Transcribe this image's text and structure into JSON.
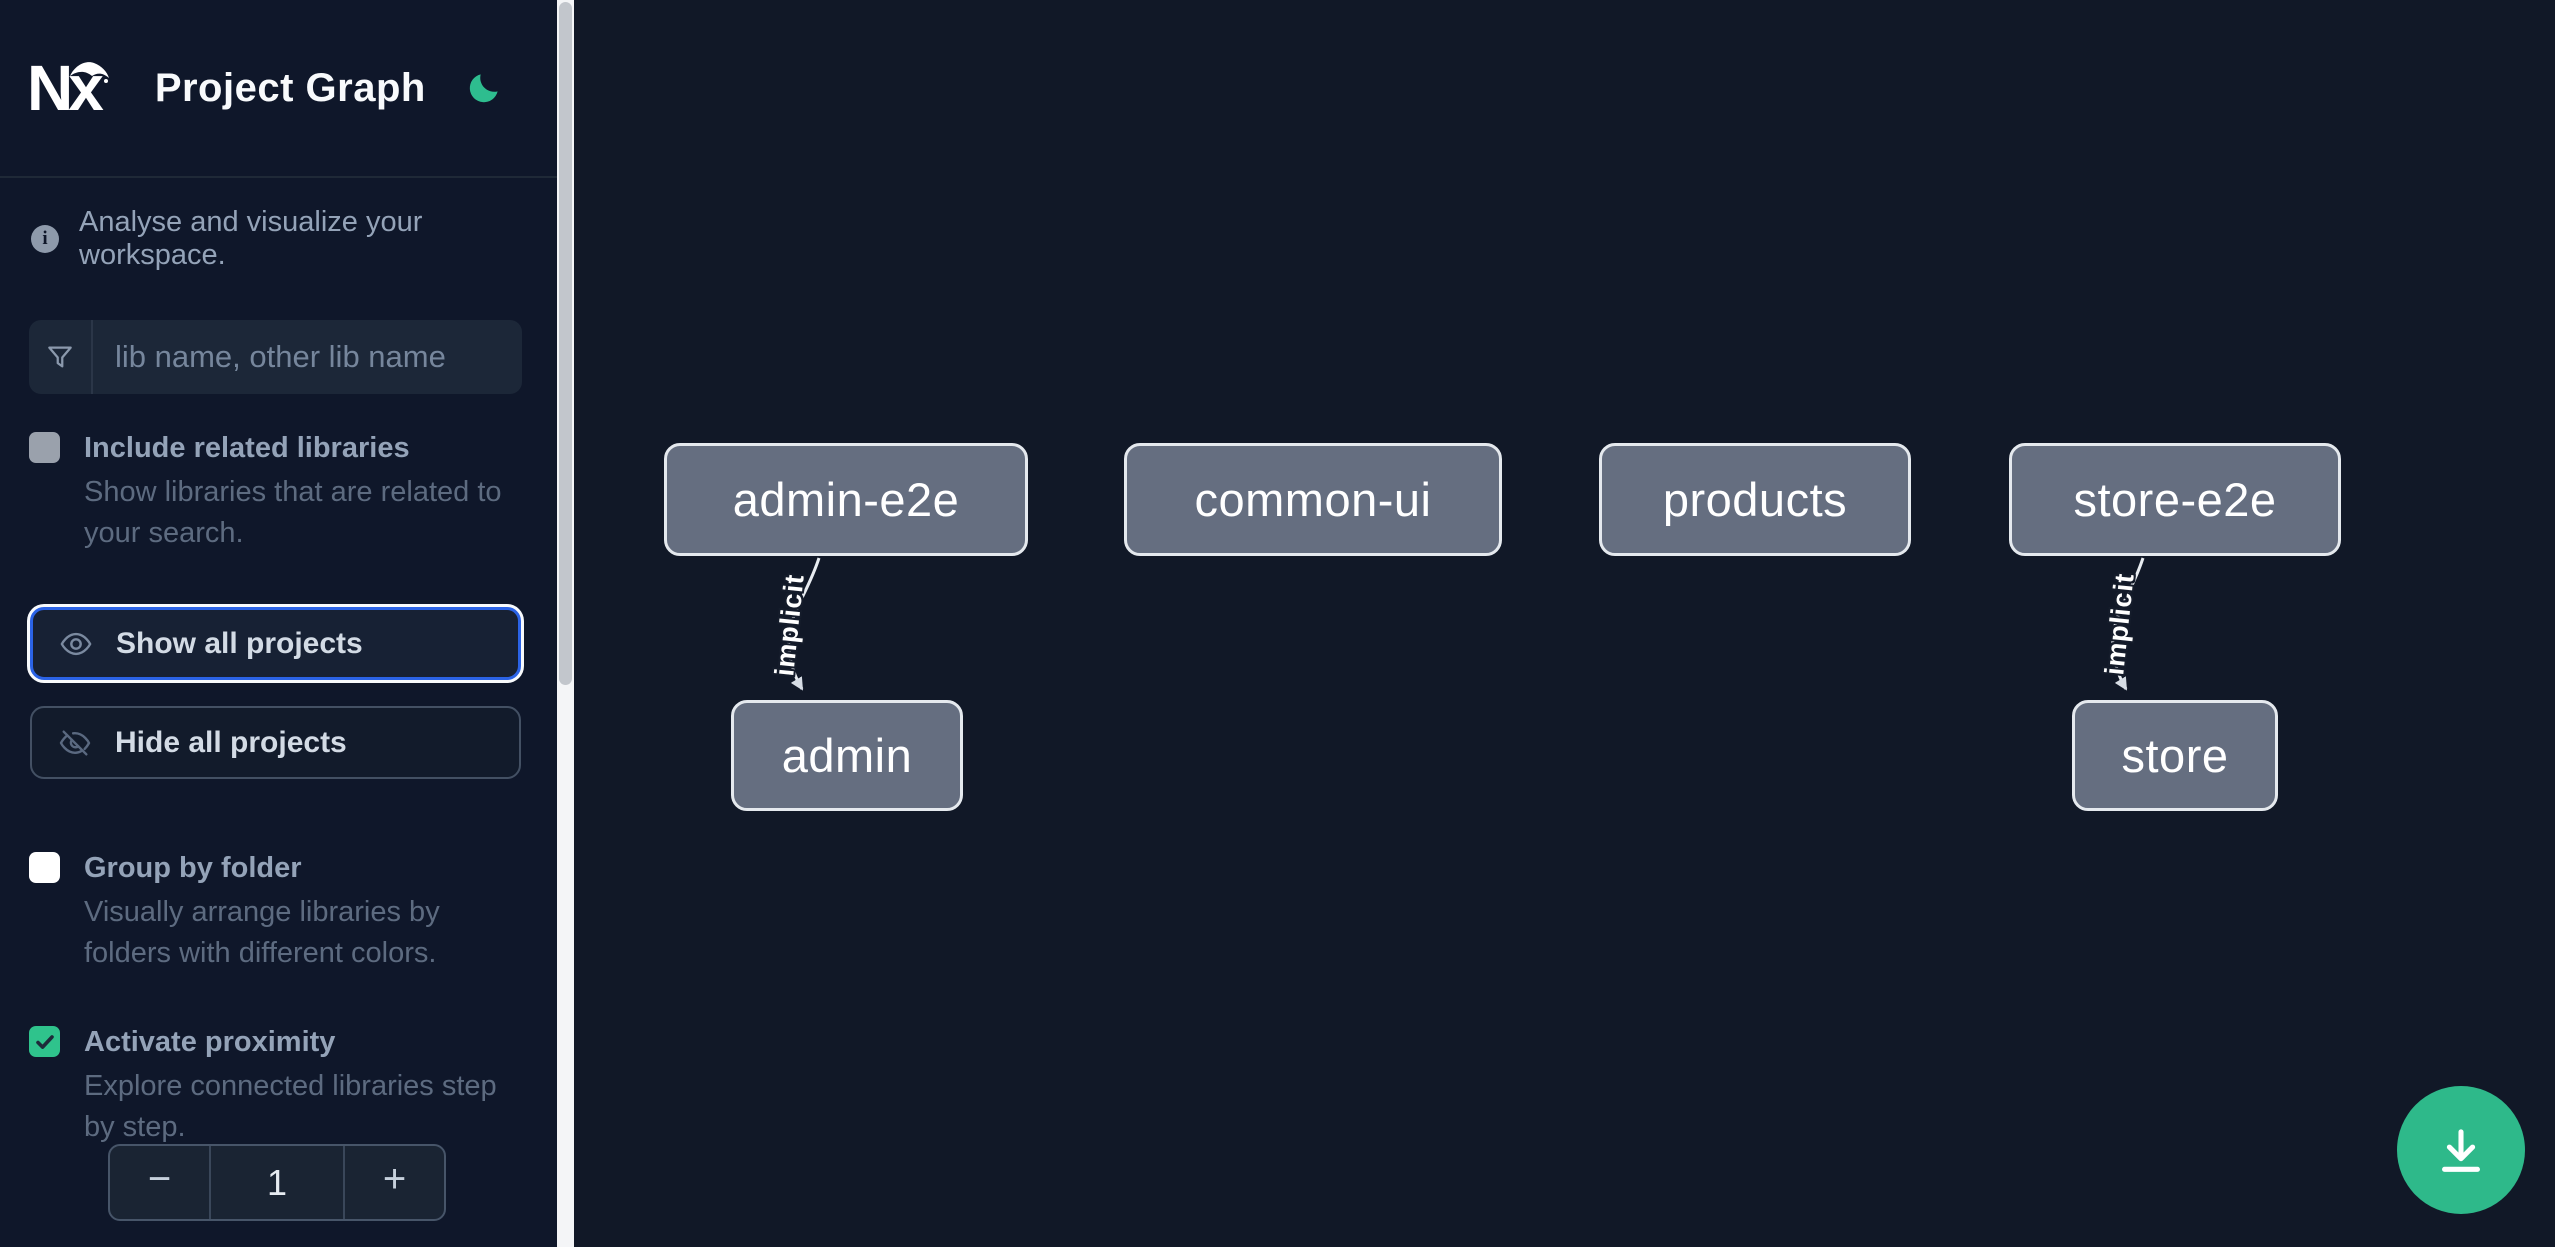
{
  "header": {
    "logo_text": "Nx",
    "title": "Project Graph",
    "theme_toggle_icon": "moon-icon"
  },
  "sidebar": {
    "tagline": "Analyse and visualize your workspace.",
    "search": {
      "icon": "filter-funnel-icon",
      "placeholder": "lib name, other lib name",
      "value": ""
    },
    "toggles": [
      {
        "label": "Include related libraries",
        "description": "Show libraries that are related to your search.",
        "checked": false
      },
      {
        "label": "Group by folder",
        "description": "Visually arrange libraries by folders with different colors.",
        "checked": false
      },
      {
        "label": "Activate proximity",
        "description": "Explore connected libraries step by step.",
        "checked": true
      }
    ],
    "buttons": {
      "show_all": {
        "label": "Show all projects",
        "icon": "eye-icon",
        "focused": true
      },
      "hide_all": {
        "label": "Hide all projects",
        "icon": "eye-off-icon",
        "focused": false
      }
    },
    "proximity_stepper": {
      "decrement_label": "−",
      "value": "1",
      "increment_label": "+"
    }
  },
  "graph": {
    "nodes": [
      {
        "label": "admin-e2e"
      },
      {
        "label": "common-ui"
      },
      {
        "label": "products"
      },
      {
        "label": "store-e2e"
      },
      {
        "label": "admin"
      },
      {
        "label": "store"
      }
    ],
    "edges": [
      {
        "from": "admin-e2e",
        "to": "admin",
        "label": "implicit"
      },
      {
        "from": "store-e2e",
        "to": "store",
        "label": "implicit"
      }
    ],
    "fab_icon": "download-icon"
  },
  "colors": {
    "sidebar_bg": "#0f172a",
    "canvas_bg": "#111827",
    "accent_green": "#2ebd8f",
    "focus_blue": "#2b63e6",
    "node_fill": "#656e80",
    "node_border": "#e5e9ee",
    "checkbox_checked": "#2fc38c",
    "fab_green": "#2eb98a",
    "muted_text": "#94a3b8",
    "faint_text": "#5d6b80"
  }
}
